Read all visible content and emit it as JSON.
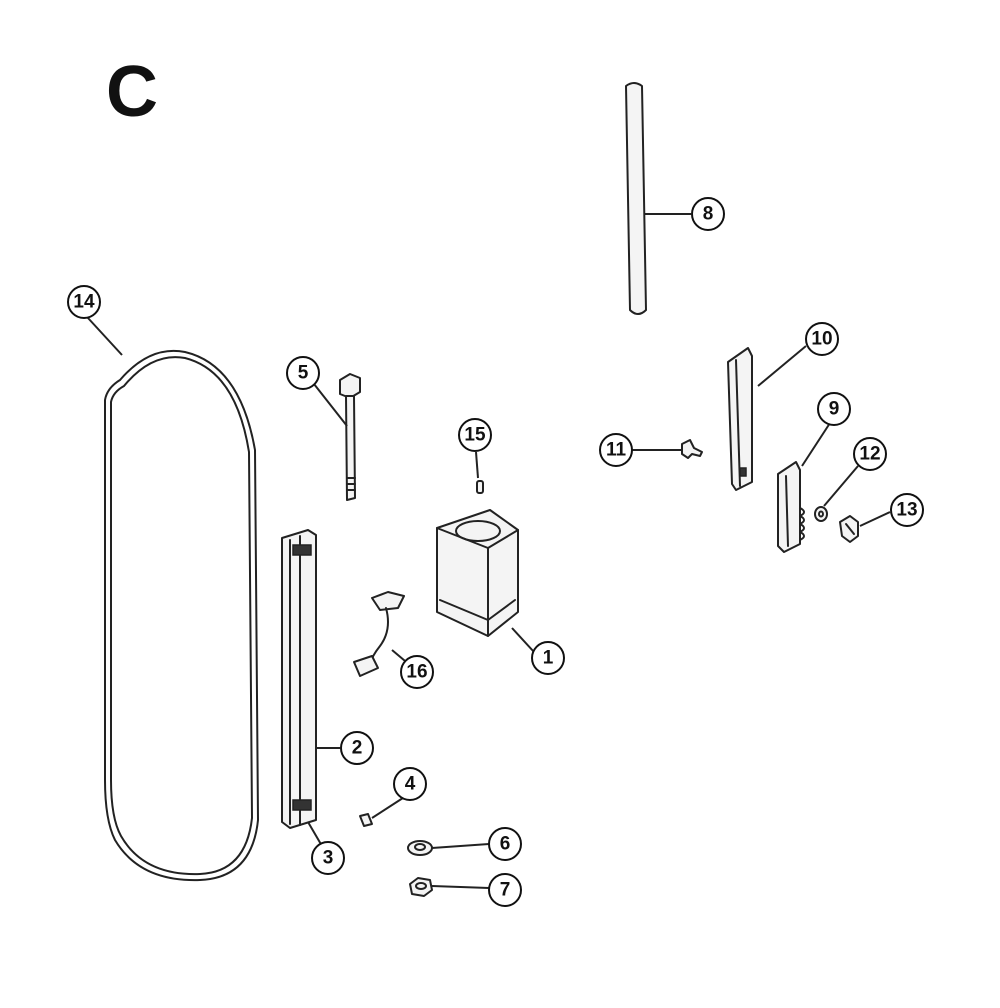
{
  "section_letter": "C",
  "callouts": [
    {
      "id": "1",
      "label": "1"
    },
    {
      "id": "2",
      "label": "2"
    },
    {
      "id": "3",
      "label": "3"
    },
    {
      "id": "4",
      "label": "4"
    },
    {
      "id": "5",
      "label": "5"
    },
    {
      "id": "6",
      "label": "6"
    },
    {
      "id": "7",
      "label": "7"
    },
    {
      "id": "8",
      "label": "8"
    },
    {
      "id": "9",
      "label": "9"
    },
    {
      "id": "10",
      "label": "10"
    },
    {
      "id": "11",
      "label": "11"
    },
    {
      "id": "12",
      "label": "12"
    },
    {
      "id": "13",
      "label": "13"
    },
    {
      "id": "14",
      "label": "14"
    },
    {
      "id": "15",
      "label": "15"
    },
    {
      "id": "16",
      "label": "16"
    }
  ]
}
